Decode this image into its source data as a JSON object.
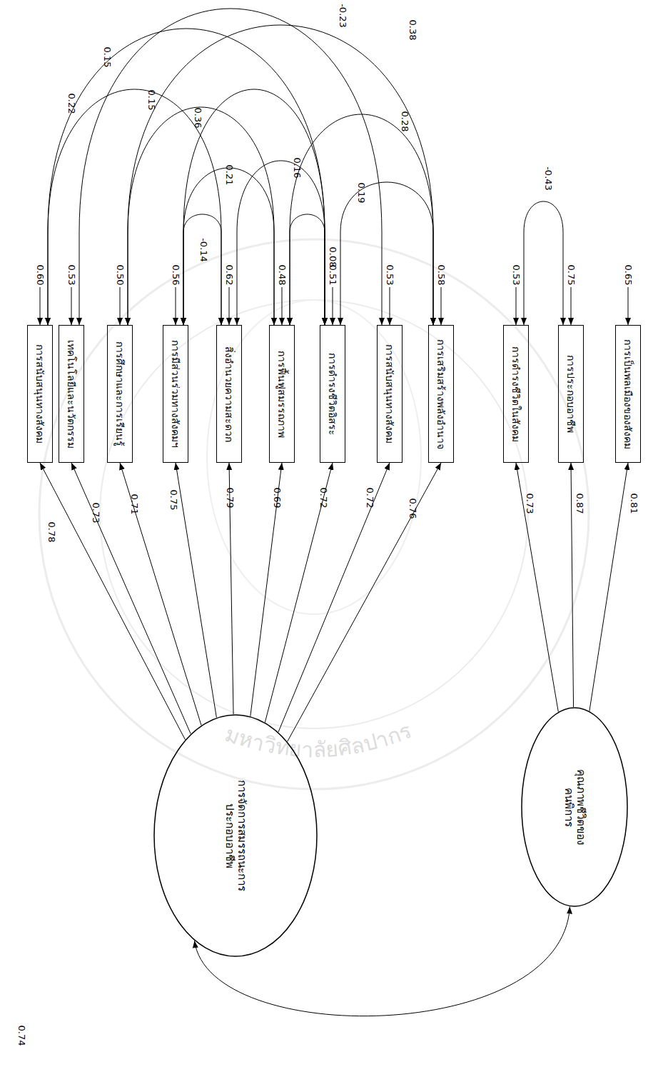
{
  "diagram": {
    "nodes": [
      {
        "text": [
          "การสนับสนุนทางสังคม"
        ]
      },
      {
        "text": [
          "เทคโนโลยีและนวัตกรรม"
        ]
      },
      {
        "text": [
          "การศึกษาและการเรียนรู้"
        ]
      },
      {
        "text": [
          "การมีส่วนร่วมทางสังคมฯ"
        ]
      },
      {
        "text": [
          "สิ่งอำนวยความสะดวก"
        ]
      },
      {
        "text": [
          "การฟื้นฟูสมรรถภาพ"
        ]
      },
      {
        "text": [
          "การดำรงชีวิตอิสระ"
        ]
      },
      {
        "text": [
          "การสนับสนุนทางสังคม"
        ]
      },
      {
        "text": [
          "การเสริมสร้างพลังอำนาจ"
        ]
      },
      {
        "text": [
          "การดำรงชีวิตในสังคม"
        ]
      },
      {
        "text": [
          "การประกอบอาชีพ"
        ]
      },
      {
        "text": [
          "การเป็นพลเมืองของสังคม"
        ]
      },
      {
        "text": [
          "การจัดการสมรรถนะการประกอบอาชีพ"
        ]
      },
      {
        "text": [
          "คุณภาพชีวิตของคนพิการ"
        ]
      }
    ],
    "edges": [
      {
        "from": 12,
        "to": 0,
        "arrow": "to",
        "label": "0.78"
      },
      {
        "from": 12,
        "to": 1,
        "arrow": "to",
        "label": "0.73"
      },
      {
        "from": 12,
        "to": 2,
        "arrow": "to",
        "label": "0.71"
      },
      {
        "from": 12,
        "to": 3,
        "arrow": "to",
        "label": "0.75"
      },
      {
        "from": 12,
        "to": 4,
        "arrow": "to",
        "label": "0.79"
      },
      {
        "from": 12,
        "to": 5,
        "arrow": "to",
        "label": "0.69"
      },
      {
        "from": 12,
        "to": 6,
        "arrow": "to",
        "label": "0.72"
      },
      {
        "from": 12,
        "to": 7,
        "arrow": "to",
        "label": "0.72"
      },
      {
        "from": 12,
        "to": 8,
        "arrow": "to",
        "label": "0.76"
      },
      {
        "from": 13,
        "to": 9,
        "arrow": "to",
        "label": "0.73"
      },
      {
        "from": 13,
        "to": 10,
        "arrow": "to",
        "label": "0.87"
      },
      {
        "from": 13,
        "to": 11,
        "arrow": "to",
        "label": "0.81"
      },
      {
        "from": 0,
        "to": 6,
        "arrow": "both",
        "label": "0.15"
      },
      {
        "from": 0,
        "to": 4,
        "arrow": "both",
        "label": "0.22"
      },
      {
        "from": 1,
        "to": 7,
        "arrow": "both",
        "label": "-0.23"
      },
      {
        "from": 2,
        "to": 8,
        "arrow": "both",
        "label": "0.38"
      },
      {
        "from": 3,
        "to": 6,
        "arrow": "both",
        "label": "0.15"
      },
      {
        "from": 2,
        "to": 5,
        "arrow": "both",
        "label": "0.36"
      },
      {
        "from": 5,
        "to": 8,
        "arrow": "both",
        "label": "0.28"
      },
      {
        "from": 4,
        "to": 6,
        "arrow": "both",
        "label": "0.16"
      },
      {
        "from": 3,
        "to": 5,
        "arrow": "both",
        "label": "0.21"
      },
      {
        "from": 6,
        "to": 8,
        "arrow": "both",
        "label": "0.19"
      },
      {
        "from": 3,
        "to": 4,
        "arrow": "both",
        "label": "-0.14"
      },
      {
        "from": 5,
        "to": 6,
        "arrow": "both",
        "label": "0.08"
      },
      {
        "from": 9,
        "to": 10,
        "arrow": "both",
        "label": "-0.43"
      },
      {
        "from": 12,
        "to": 13,
        "arrow": "both",
        "label": "0.74"
      }
    ],
    "labels": [
      "0.60",
      "0.53",
      "0.50",
      "0.56",
      "0.62",
      "0.48",
      "0.51",
      "0.53",
      "0.58",
      "0.53",
      "0.75",
      "0.65",
      "มหาวิทยาลัยศิลปากร"
    ]
  }
}
